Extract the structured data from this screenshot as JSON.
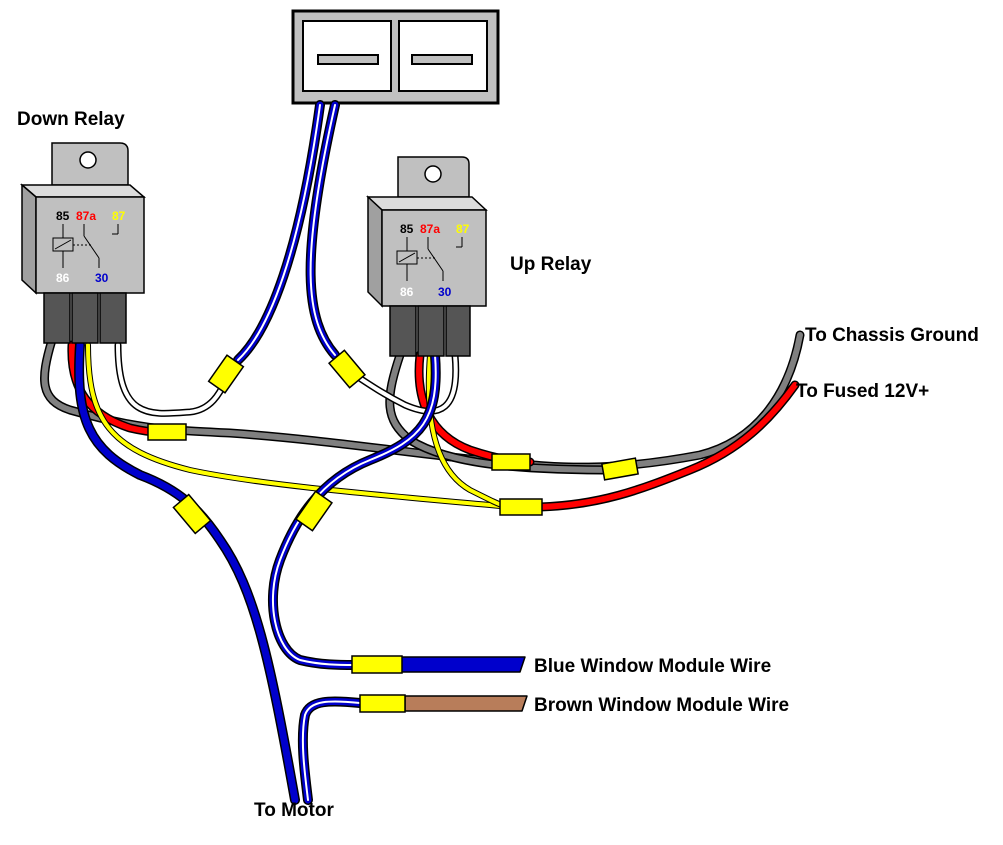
{
  "labels": {
    "down_relay": "Down Relay",
    "up_relay": "Up Relay",
    "chassis_ground": "To Chassis Ground",
    "fused_12v": "To Fused 12V+",
    "blue_module_wire": "Blue Window Module Wire",
    "brown_module_wire": "Brown Window Module Wire",
    "to_motor": "To Motor"
  },
  "relays": {
    "down": {
      "pin_85": "85",
      "pin_87a": "87a",
      "pin_87": "87",
      "pin_86": "86",
      "pin_30": "30"
    },
    "up": {
      "pin_85": "85",
      "pin_87a": "87a",
      "pin_87": "87",
      "pin_86": "86",
      "pin_30": "30"
    }
  },
  "colors": {
    "wire_gray": "#808080",
    "wire_red": "#ff0000",
    "wire_yellow": "#ffff00",
    "wire_blue": "#0000cc",
    "wire_white": "#ffffff",
    "wire_brown": "#b87d5a",
    "connector": "#ffff00",
    "relay_body": "#c0c0c0",
    "pin_85": "#000000",
    "pin_87a": "#ff0000",
    "pin_87": "#ffff00",
    "pin_86": "#ffffff",
    "pin_30": "#0000cc"
  }
}
